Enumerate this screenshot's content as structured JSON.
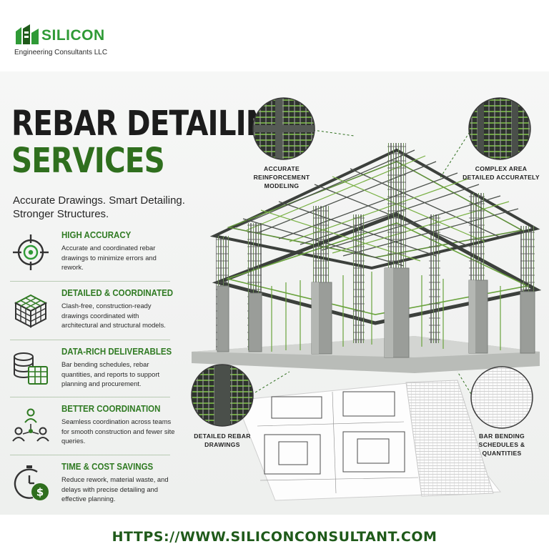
{
  "brand": {
    "name": "SILICON",
    "subtitle": "Engineering Consultants LLC",
    "accent_color": "#2f9a36",
    "dark_green": "#2f6f1e"
  },
  "headline": {
    "line1": "REBAR DETAILING",
    "line2": "SERVICES"
  },
  "tagline": {
    "line1": "Accurate Drawings. Smart Detailing.",
    "line2": "Stronger Structures."
  },
  "features": [
    {
      "icon": "target-icon",
      "title": "HIGH ACCURACY",
      "description": "Accurate and coordinated rebar drawings to minimize errors and rework."
    },
    {
      "icon": "3d-grid-cube-icon",
      "title": "DETAILED & COORDINATED",
      "description": "Clash-free, construction-ready drawings coordinated with architectural and structural models."
    },
    {
      "icon": "database-table-icon",
      "title": "DATA-RICH DELIVERABLES",
      "description": "Bar bending schedules, rebar quantities, and reports to support planning and procurement."
    },
    {
      "icon": "team-network-icon",
      "title": "BETTER COORDINATION",
      "description": "Seamless coordination across teams for smooth construction and fewer site queries."
    },
    {
      "icon": "clock-dollar-icon",
      "title": "TIME & COST SAVINGS",
      "description": "Reduce rework, material waste, and delays with precise detailing and effective planning."
    }
  ],
  "callouts": {
    "reinforcement": "ACCURATE REINFORCEMENT MODELING",
    "complex_area": "COMPLEX AREA DETAILED ACCURATELY",
    "drawings": "DETAILED REBAR DRAWINGS",
    "schedules": "BAR BENDING SCHEDULES & QUANTITIES"
  },
  "footer": {
    "url": "HTTPS://WWW.SILICONCONSULTANT.COM"
  }
}
